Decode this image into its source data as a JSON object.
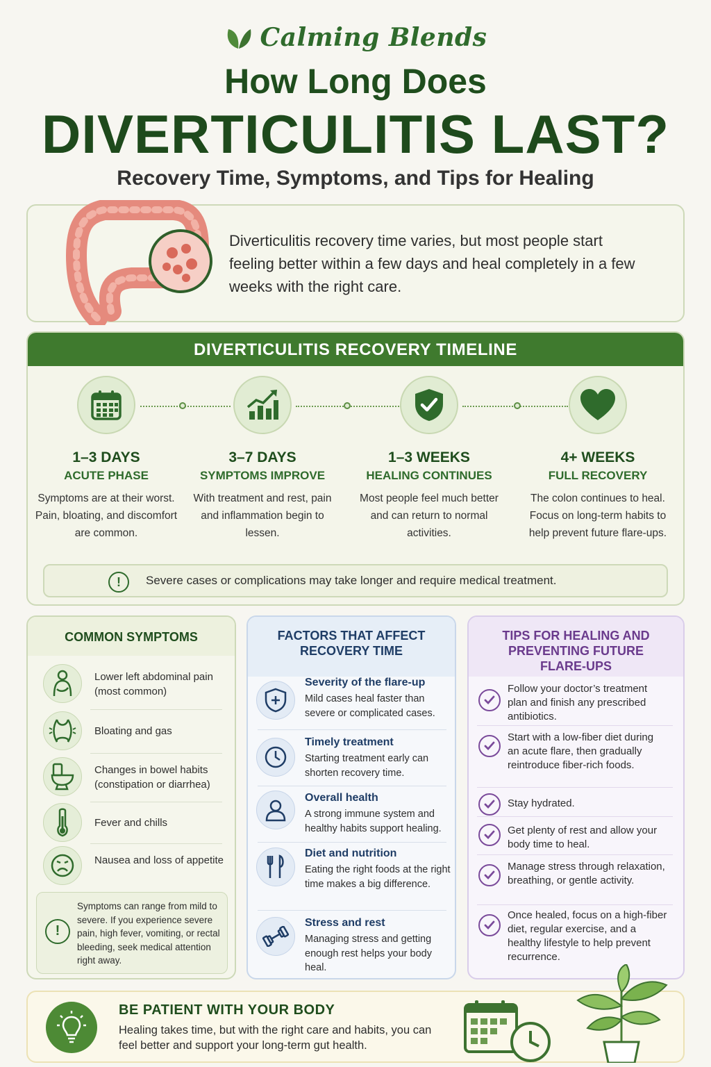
{
  "brand": {
    "name": "Calming Blends"
  },
  "header": {
    "title_line1": "How Long Does",
    "title_line2": "DIVERTICULITIS LAST?",
    "subtitle": "Recovery Time, Symptoms, and Tips for Healing"
  },
  "intro": {
    "text": "Diverticulitis recovery time varies, but most people start feeling better within a few days and heal completely in a few weeks with the right care."
  },
  "timeline": {
    "heading": "DIVERTICULITIS RECOVERY TIMELINE",
    "stages": [
      {
        "icon": "calendar-icon",
        "title": "1–3 DAYS",
        "subtitle": "ACUTE PHASE",
        "desc": "Symptoms are at their worst. Pain, bloating, and discomfort are common."
      },
      {
        "icon": "chart-up-icon",
        "title": "3–7 DAYS",
        "subtitle": "SYMPTOMS IMPROVE",
        "desc": "With treatment and rest, pain and inflammation begin to lessen."
      },
      {
        "icon": "shield-check-icon",
        "title": "1–3 WEEKS",
        "subtitle": "HEALING CONTINUES",
        "desc": "Most people feel much better and can return to normal activities."
      },
      {
        "icon": "heart-icon",
        "title": "4+ WEEKS",
        "subtitle": "FULL RECOVERY",
        "desc": "The colon continues to heal. Focus on long-term habits to help prevent future flare-ups."
      }
    ],
    "note": "Severe cases or complications may take longer and require medical treatment."
  },
  "symptoms": {
    "heading": "COMMON SYMPTOMS",
    "items": [
      {
        "icon": "abdominal-pain-icon",
        "label": "Lower left abdominal pain (most common)"
      },
      {
        "icon": "bloating-icon",
        "label": "Bloating and gas"
      },
      {
        "icon": "toilet-icon",
        "label": "Changes in bowel habits (constipation or diarrhea)"
      },
      {
        "icon": "thermometer-icon",
        "label": "Fever and chills"
      },
      {
        "icon": "nausea-face-icon",
        "label": "Nausea and loss of appetite"
      }
    ],
    "note": "Symptoms can range from mild to severe. If you experience severe pain, high fever, vomiting, or rectal bleeding, seek medical attention right away."
  },
  "factors": {
    "heading_line1": "FACTORS THAT AFFECT",
    "heading_line2": "RECOVERY TIME",
    "items": [
      {
        "icon": "shield-plus-icon",
        "title": "Severity of the flare-up",
        "desc": "Mild cases heal faster than severe or complicated cases."
      },
      {
        "icon": "clock-icon",
        "title": "Timely treatment",
        "desc": "Starting treatment early can shorten recovery time."
      },
      {
        "icon": "person-icon",
        "title": "Overall health",
        "desc": "A strong immune system and healthy habits support healing."
      },
      {
        "icon": "fork-knife-icon",
        "title": "Diet and nutrition",
        "desc": "Eating the right foods at the right time makes a big difference."
      },
      {
        "icon": "dumbbell-icon",
        "title": "Stress and rest",
        "desc": "Managing stress and getting enough rest helps your body heal."
      }
    ]
  },
  "tips": {
    "heading_line1": "TIPS FOR HEALING AND",
    "heading_line2": "PREVENTING FUTURE",
    "heading_line3": "FLARE-UPS",
    "items": [
      "Follow your doctor’s treatment plan and finish any prescribed antibiotics.",
      "Start with a low-fiber diet during an acute flare, then gradually reintroduce fiber-rich foods.",
      "Stay hydrated.",
      "Get plenty of rest and allow your body time to heal.",
      "Manage stress through relaxation, breathing, or gentle activity.",
      "Once healed, focus on a high-fiber diet, regular exercise, and a healthy lifestyle to help prevent recurrence."
    ]
  },
  "banner": {
    "title": "BE PATIENT WITH YOUR BODY",
    "text": "Healing takes time, but with the right care and habits, you can feel better and support your long-term gut health."
  },
  "colors": {
    "primary_green": "#3f7a2e",
    "dark_green": "#1f4d1d",
    "factors_blue": "#1f3d66",
    "tips_purple": "#6a3a8c"
  }
}
